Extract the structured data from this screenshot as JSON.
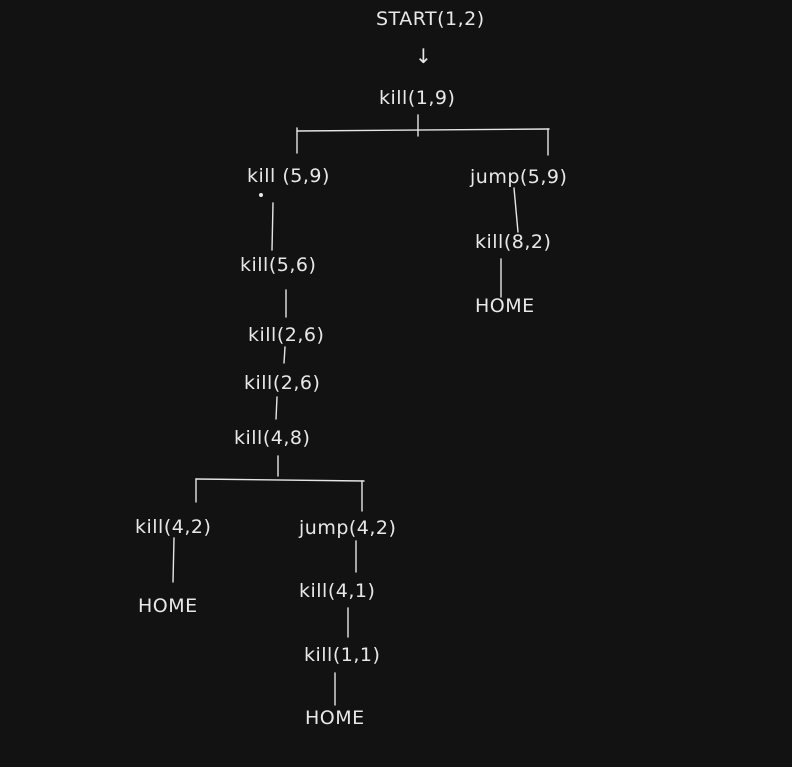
{
  "diagram": {
    "background": "#121212",
    "ink": "#e8e8e8",
    "nodes": {
      "start": "START(1,2)",
      "n_root": "kill(1,9)",
      "n_left": "kill (5,9)",
      "n_right": "jump(5,9)",
      "n_r1": "kill(8,2)",
      "n_r_home": "HOME",
      "n_l1": "kill(5,6)",
      "n_l2": "kill(2,6)",
      "n_l3": "kill(2,6)",
      "n_l4": "kill(4,8)",
      "n_ll": "kill(4,2)",
      "n_ll_home": "HOME",
      "n_lr": "jump(4,2)",
      "n_lr1": "kill(4,1)",
      "n_lr2": "kill(1,1)",
      "n_lr_home": "HOME"
    }
  }
}
